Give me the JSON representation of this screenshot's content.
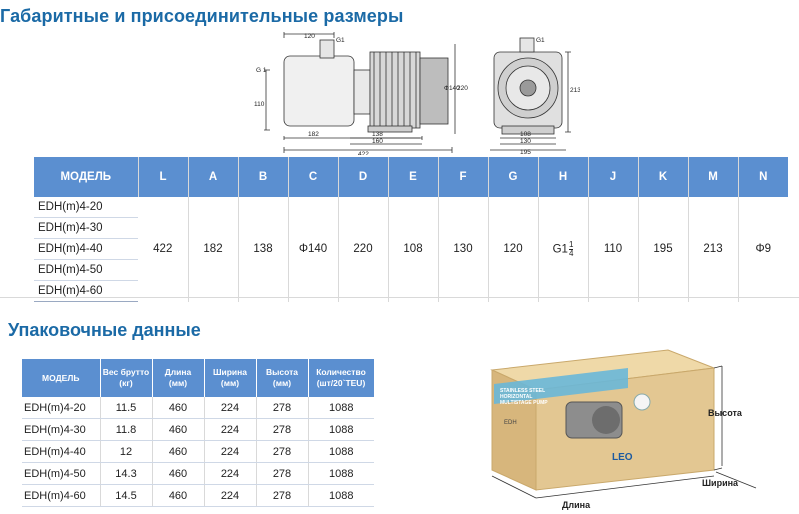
{
  "headings": {
    "dimensions": "Габаритные и присоединительные размеры",
    "packing": "Упаковочные данные"
  },
  "drawing": {
    "side": {
      "top": "120",
      "g1": "G1",
      "left1": "G 1",
      "left2": "110",
      "b1": "182",
      "b2": "138",
      "b3": "160",
      "b4": "422",
      "v1": "Ф140",
      "v2": "220"
    },
    "front": {
      "g": "G1",
      "r": "213",
      "b1": "108",
      "b2": "130",
      "b3": "195"
    }
  },
  "dimensions_table": {
    "headers": [
      "МОДЕЛЬ",
      "L",
      "A",
      "B",
      "C",
      "D",
      "E",
      "F",
      "G",
      "H",
      "J",
      "K",
      "M",
      "N"
    ],
    "models": [
      "EDH(m)4-20",
      "EDH(m)4-30",
      "EDH(m)4-40",
      "EDH(m)4-50",
      "EDH(m)4-60"
    ],
    "values": {
      "L": "422",
      "A": "182",
      "B": "138",
      "C": "Φ140",
      "D": "220",
      "E": "108",
      "F": "130",
      "G": "120",
      "H_prefix": "G1",
      "H_num": "1",
      "H_den": "4",
      "J": "110",
      "K": "195",
      "M": "213",
      "N": "Φ9"
    }
  },
  "packing_table": {
    "headers": [
      [
        "МОДЕЛЬ"
      ],
      [
        "Вес брутто",
        "(кг)"
      ],
      [
        "Длина",
        "(мм)"
      ],
      [
        "Ширина",
        "(мм)"
      ],
      [
        "Высота",
        "(мм)"
      ],
      [
        "Количество",
        "(шт/20`TEU)"
      ]
    ],
    "rows": [
      [
        "EDH(m)4-20",
        "11.5",
        "460",
        "224",
        "278",
        "1088"
      ],
      [
        "EDH(m)4-30",
        "11.8",
        "460",
        "224",
        "278",
        "1088"
      ],
      [
        "EDH(m)4-40",
        "12",
        "460",
        "224",
        "278",
        "1088"
      ],
      [
        "EDH(m)4-50",
        "14.3",
        "460",
        "224",
        "278",
        "1088"
      ],
      [
        "EDH(m)4-60",
        "14.5",
        "460",
        "224",
        "278",
        "1088"
      ]
    ]
  },
  "box": {
    "height_label": "Высота",
    "width_label": "Ширина",
    "length_label": "Длина",
    "side_text": [
      "STAINLESS STEEL",
      "HORIZONTAL",
      "MULTISTAGE PUMP"
    ],
    "model_tag": "EDH",
    "brand": "LEO",
    "colors": {
      "box": "#e3c792",
      "box_dark": "#c9a86b",
      "band": "#69b7d8",
      "brand": "#1c5aa0"
    }
  },
  "colors": {
    "heading": "#1b6aa6",
    "table_header": "#5b8fd0"
  }
}
